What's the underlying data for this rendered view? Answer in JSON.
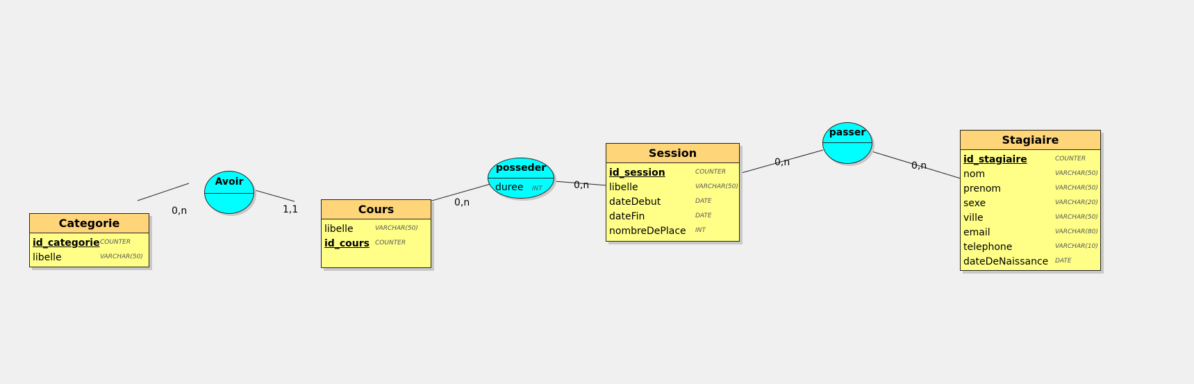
{
  "entities": {
    "categorie": {
      "title": "Categorie",
      "attributes": [
        {
          "name": "id_categorie",
          "type": "COUNTER",
          "pk": true
        },
        {
          "name": "libelle",
          "type": "VARCHAR(50)",
          "pk": false
        }
      ]
    },
    "cours": {
      "title": "Cours",
      "attributes": [
        {
          "name": "libelle",
          "type": "VARCHAR(50)",
          "pk": false
        },
        {
          "name": "id_cours",
          "type": "COUNTER",
          "pk": true
        }
      ]
    },
    "session": {
      "title": "Session",
      "attributes": [
        {
          "name": "id_session",
          "type": "COUNTER",
          "pk": true
        },
        {
          "name": "libelle",
          "type": "VARCHAR(50)",
          "pk": false
        },
        {
          "name": "dateDebut",
          "type": "DATE",
          "pk": false
        },
        {
          "name": "dateFin",
          "type": "DATE",
          "pk": false
        },
        {
          "name": "nombreDePlace",
          "type": "INT",
          "pk": false
        }
      ]
    },
    "stagiaire": {
      "title": "Stagiaire",
      "attributes": [
        {
          "name": "id_stagiaire",
          "type": "COUNTER",
          "pk": true
        },
        {
          "name": "nom",
          "type": "VARCHAR(50)",
          "pk": false
        },
        {
          "name": "prenom",
          "type": "VARCHAR(50)",
          "pk": false
        },
        {
          "name": "sexe",
          "type": "VARCHAR(20)",
          "pk": false
        },
        {
          "name": "ville",
          "type": "VARCHAR(50)",
          "pk": false
        },
        {
          "name": "email",
          "type": "VARCHAR(80)",
          "pk": false
        },
        {
          "name": "telephone",
          "type": "VARCHAR(10)",
          "pk": false
        },
        {
          "name": "dateDeNaissance",
          "type": "DATE",
          "pk": false
        }
      ]
    }
  },
  "associations": {
    "avoir": {
      "title": "Avoir",
      "attributes": []
    },
    "posseder": {
      "title": "posseder",
      "attributes": [
        {
          "name": "duree",
          "type": "INT"
        }
      ]
    },
    "passer": {
      "title": "passer",
      "attributes": []
    }
  },
  "cardinalities": {
    "categorie_avoir": "0,n",
    "avoir_cours": "1,1",
    "cours_posseder": "0,n",
    "posseder_session": "0,n",
    "session_passer": "0,n",
    "passer_stagiaire": "0,n"
  },
  "colors": {
    "background": "#f0f0f0",
    "entity_body": "#ffff88",
    "entity_header": "#ffd57a",
    "association": "#00ffff",
    "border": "#222222",
    "shadow": "#c8c8c8"
  }
}
